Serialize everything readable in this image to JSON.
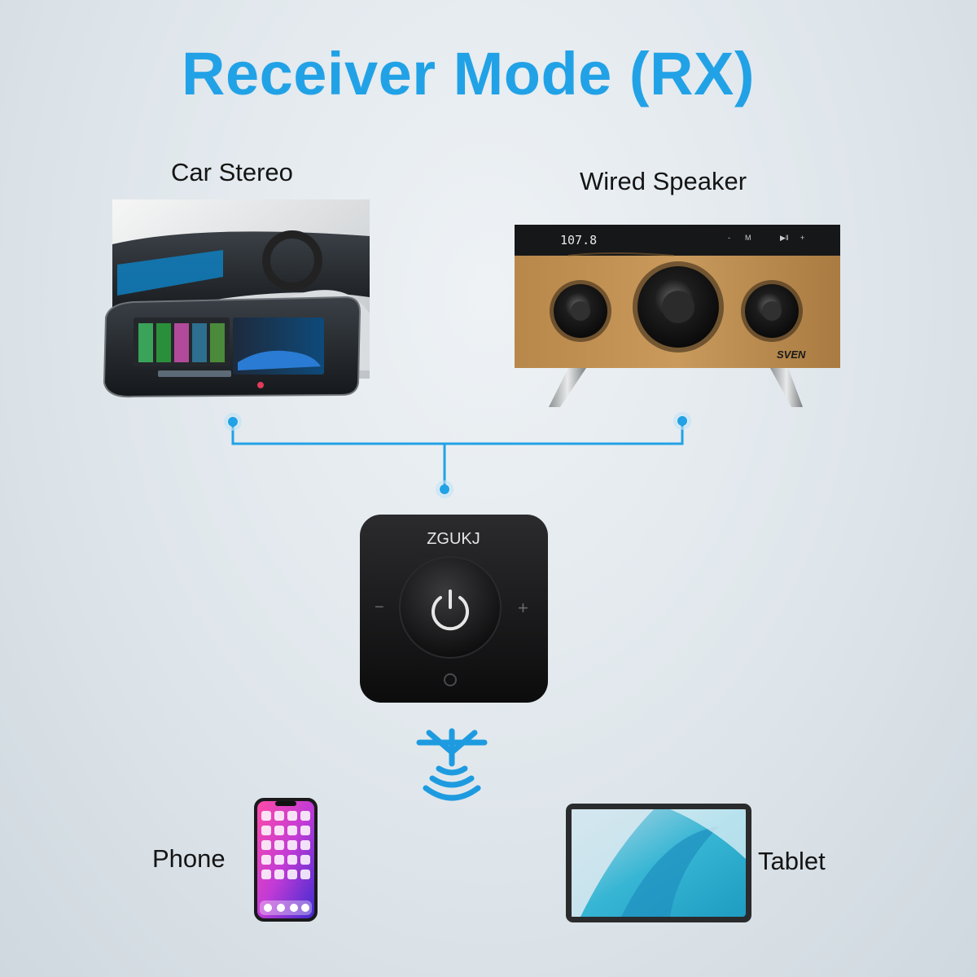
{
  "title": "Receiver Mode (RX)",
  "accent_color": "#22a2e6",
  "devices": {
    "car_stereo": {
      "label": "Car Stereo",
      "icon": "car-stereo-mirror-image"
    },
    "wired_speaker": {
      "label": "Wired Speaker",
      "icon": "bamboo-speaker-image",
      "display_text": "107.8",
      "brand": "SVEN",
      "buttons": [
        "-",
        "M",
        "▶‖",
        "+"
      ]
    },
    "receiver": {
      "brand": "ZGUKJ",
      "minus_label": "−",
      "plus_label": "+",
      "icon": "power-icon"
    },
    "phone": {
      "label": "Phone",
      "icon": "smartphone-image"
    },
    "tablet": {
      "label": "Tablet",
      "icon": "tablet-image"
    }
  },
  "signal_icon": "bluetooth-signal-icon"
}
